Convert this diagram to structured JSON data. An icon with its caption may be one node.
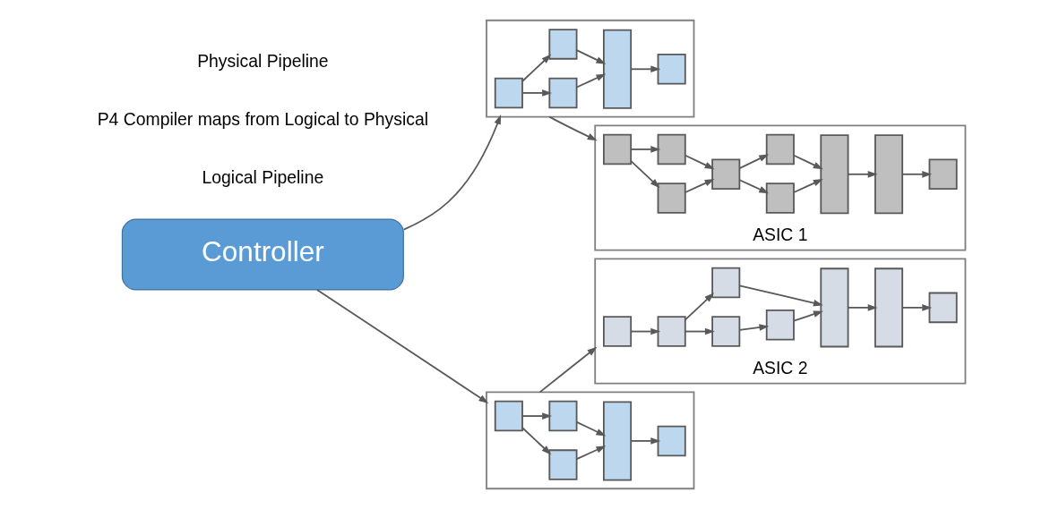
{
  "diagram": {
    "nodes": [
      {
        "text": [
          "Controller"
        ]
      },
      {
        "text": [],
        "shape": "box"
      },
      {
        "text": [],
        "shape": "box",
        "in": 1
      },
      {
        "text": [],
        "shape": "box",
        "in": 1
      },
      {
        "text": [],
        "shape": "box",
        "in": 1
      },
      {
        "text": [],
        "shape": "box",
        "in": 1
      },
      {
        "text": [],
        "shape": "box",
        "in": 1
      },
      {
        "text": [],
        "shape": "box"
      },
      {
        "text": [],
        "shape": "box",
        "in": 7
      },
      {
        "text": [],
        "shape": "box",
        "in": 7
      },
      {
        "text": [],
        "shape": "box",
        "in": 7
      },
      {
        "text": [],
        "shape": "box",
        "in": 7
      },
      {
        "text": [],
        "shape": "box",
        "in": 7
      },
      {
        "text": [
          "ASIC 1"
        ]
      },
      {
        "text": [],
        "shape": "box",
        "in": 13
      },
      {
        "text": [],
        "shape": "box",
        "in": 13
      },
      {
        "text": [],
        "shape": "box",
        "in": 13
      },
      {
        "text": [],
        "shape": "box",
        "in": 13
      },
      {
        "text": [],
        "shape": "box",
        "in": 13
      },
      {
        "text": [],
        "shape": "box",
        "in": 13
      },
      {
        "text": [],
        "shape": "box",
        "in": 13
      },
      {
        "text": [],
        "shape": "box",
        "in": 13
      },
      {
        "text": [],
        "shape": "box",
        "in": 13
      },
      {
        "text": [
          "ASIC 2"
        ]
      },
      {
        "text": [],
        "shape": "box",
        "in": 23
      },
      {
        "text": [],
        "shape": "box",
        "in": 23
      },
      {
        "text": [],
        "shape": "box",
        "in": 23
      },
      {
        "text": [],
        "shape": "box",
        "in": 23
      },
      {
        "text": [],
        "shape": "box",
        "in": 23
      },
      {
        "text": [],
        "shape": "box",
        "in": 23
      },
      {
        "text": [],
        "shape": "box",
        "in": 23
      },
      {
        "text": [],
        "shape": "box",
        "in": 23
      }
    ],
    "edges": [
      {
        "from": 0,
        "to": 1,
        "arrow": "to"
      },
      {
        "from": 0,
        "to": 7,
        "arrow": "to"
      },
      {
        "from": 2,
        "to": 3,
        "arrow": "to"
      },
      {
        "from": 2,
        "to": 4,
        "arrow": "to"
      },
      {
        "from": 3,
        "to": 5,
        "arrow": "to"
      },
      {
        "from": 4,
        "to": 5,
        "arrow": "to"
      },
      {
        "from": 5,
        "to": 6,
        "arrow": "to"
      },
      {
        "from": 8,
        "to": 9,
        "arrow": "to"
      },
      {
        "from": 8,
        "to": 10,
        "arrow": "to"
      },
      {
        "from": 9,
        "to": 11,
        "arrow": "to"
      },
      {
        "from": 10,
        "to": 11,
        "arrow": "to"
      },
      {
        "from": 11,
        "to": 12,
        "arrow": "to"
      },
      {
        "from": 1,
        "to": 13,
        "arrow": "to"
      },
      {
        "from": 7,
        "to": 23,
        "arrow": "to"
      },
      {
        "from": 14,
        "to": 15,
        "arrow": "to"
      },
      {
        "from": 14,
        "to": 16,
        "arrow": "to"
      },
      {
        "from": 15,
        "to": 17,
        "arrow": "to"
      },
      {
        "from": 16,
        "to": 17,
        "arrow": "to"
      },
      {
        "from": 17,
        "to": 18,
        "arrow": "to"
      },
      {
        "from": 17,
        "to": 19,
        "arrow": "to"
      },
      {
        "from": 18,
        "to": 20,
        "arrow": "to"
      },
      {
        "from": 19,
        "to": 20,
        "arrow": "to"
      },
      {
        "from": 20,
        "to": 21,
        "arrow": "to"
      },
      {
        "from": 21,
        "to": 22,
        "arrow": "to"
      },
      {
        "from": 24,
        "to": 25,
        "arrow": "to"
      },
      {
        "from": 25,
        "to": 26,
        "arrow": "to"
      },
      {
        "from": 25,
        "to": 28,
        "arrow": "to"
      },
      {
        "from": 26,
        "to": 27,
        "arrow": "to"
      },
      {
        "from": 27,
        "to": 29,
        "arrow": "to"
      },
      {
        "from": 28,
        "to": 29,
        "arrow": "to"
      },
      {
        "from": 29,
        "to": 30,
        "arrow": "to"
      },
      {
        "from": 30,
        "to": 31,
        "arrow": "to"
      }
    ],
    "labels": [
      "Logical Pipeline",
      "P4 Compiler maps from Logical to Physical",
      "Physical Pipeline"
    ]
  }
}
